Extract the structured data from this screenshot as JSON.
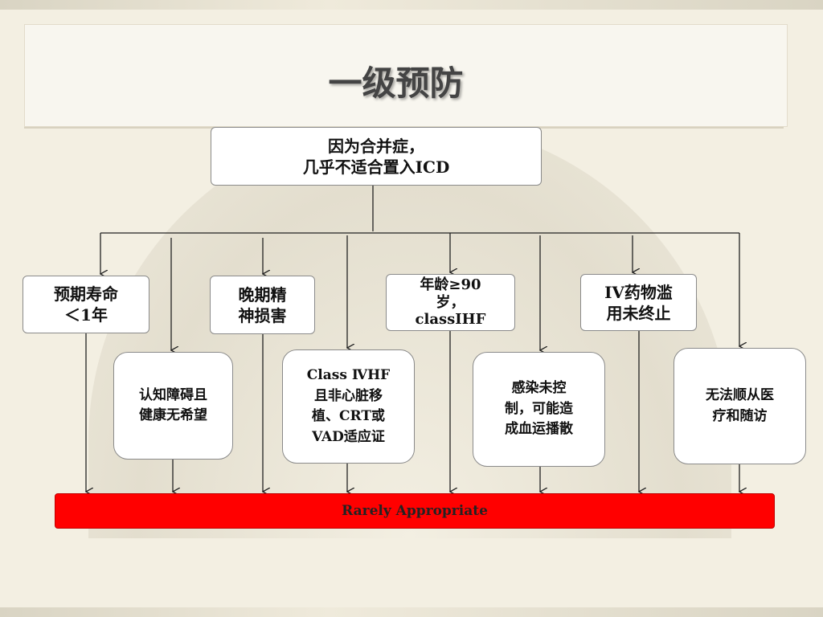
{
  "title": "一级预防",
  "root": "因为合并症，\n几乎不适合置入ICD",
  "conditions": {
    "life_expectancy": "预期寿命\n＜1年",
    "psychiatric": "晚期精\n神损害",
    "age": "年龄≥90\n岁，\nclassⅠHF",
    "iv_drug": "IV药物滥\n用未终止",
    "cognitive": "认知障碍且\n健康无希望",
    "class_iv_hf": "Class ⅣHF\n且非心脏移\n植、CRT或\nVAD适应证",
    "infection": "感染未控\n制，可能造\n成血运播散",
    "noncompliance": "无法顺从医\n疗和随访"
  },
  "outcome": "Rarely Appropriate",
  "colors": {
    "outcome_fill": "#ff0000",
    "box_fill": "#ffffff",
    "line": "#222222"
  }
}
